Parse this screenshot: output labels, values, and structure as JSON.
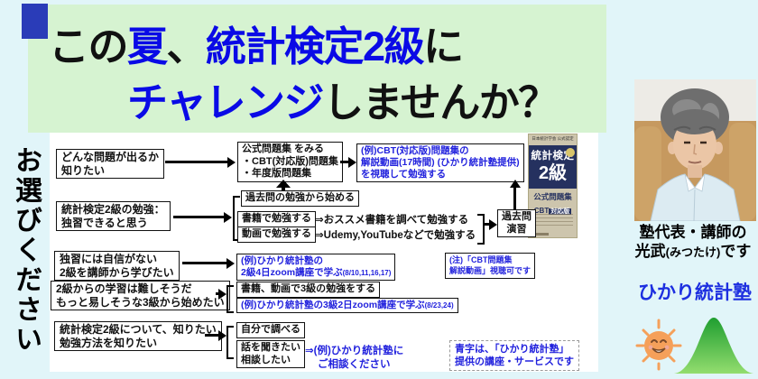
{
  "banner": {
    "l1a": "この",
    "l1b": "夏",
    "l1c": "、",
    "l1d": "統計検定2級",
    "l1e": "に",
    "l2a": "チャレンジ",
    "l2b": "しませんか？"
  },
  "prompt": "お選びください",
  "left_boxes": [
    {
      "l1": "どんな問題が出るか",
      "l2": "知りたい"
    },
    {
      "l1": "統計検定2級の勉強：",
      "l2": "独習できると思う"
    },
    {
      "l1": "独習には自信がない",
      "l2": "2級を講師から学びたい"
    },
    {
      "l1": "2級からの学習は難しそうだ",
      "l2": "もっと易しそうな3級から始めたい"
    },
    {
      "l1": "統計検定2級について、知りたい",
      "l2": "勉強方法を知りたい"
    }
  ],
  "flow": {
    "official": {
      "l1": "公式問題集 をみる",
      "l2": "・CBT(対応版)問題集",
      "l3": "・年度版問題集"
    },
    "cbt_video": {
      "l1": "(例)CBT(対応版)問題集の",
      "l2": "解説動画(17時間) (ひかり統計塾提供)",
      "l3": "を視聴して勉強する"
    },
    "past_start": "過去問の勉強から始める",
    "books": "書籍で勉強する",
    "books_arrow": "⇒おススメ書籍を調べて勉強する",
    "videos": "動画で勉強する",
    "videos_arrow": "⇒Udemy,YouTubeなどで勉強する",
    "past_practice": {
      "l1": "過去問",
      "l2": "演習"
    },
    "zoom2": {
      "l1": "(例)ひかり統計塾の",
      "l2": "2級4日zoom講座で学ぶ",
      "dates": "(8/10,11,16,17)"
    },
    "note": {
      "l1": "(注)「CBT問題集",
      "l2": "解説動画」視聴可です"
    },
    "grade3": "書籍、動画で3級の勉強をする",
    "zoom3": {
      "main": "(例)ひかり統計塾の3級2日zoom講座で学ぶ",
      "dates": "(8/23,24)"
    },
    "self": "自分で調べる",
    "consult": {
      "l1": "話を聞きたい",
      "l2": "相談したい"
    },
    "consult_arrow": {
      "l1": "⇒(例)ひかり統計塾に",
      "l2": "ご相談ください"
    },
    "legend": {
      "l1": "青字は、「ひかり統計塾」",
      "l2": "提供の講座・サービスです"
    }
  },
  "book": {
    "authority": "日本統計学会 公式認定",
    "title": "統計検定",
    "grade": "2級",
    "series": "公式問題集",
    "edition_a": "CBT",
    "edition_b": "対応版"
  },
  "right": {
    "intro1": "塾代表・講師の",
    "intro2a": "光武",
    "intro2b": "(みつたけ)",
    "intro2c": "です",
    "brand": "ひかり統計塾"
  },
  "colors": {
    "page_bg": "#e1f5f9",
    "banner_bg": "#d6f3d1",
    "banner_blue": "#0a0ae6",
    "square_blue": "#2a3cb8",
    "flow_blue": "#2222dd",
    "book_navy": "#25315f"
  }
}
